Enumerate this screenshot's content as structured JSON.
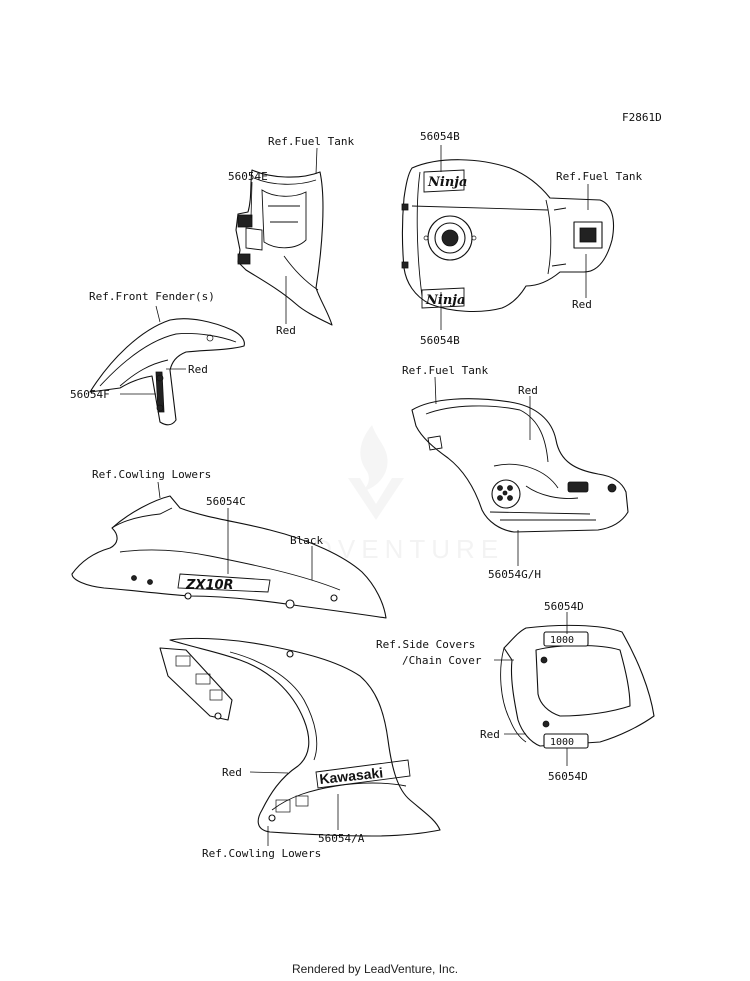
{
  "figure_code": "F2861D",
  "watermark": "LEADVENTURE",
  "footer": "Rendered by LeadVenture, Inc.",
  "labels": {
    "ref_fuel_tank_1": "Ref.Fuel Tank",
    "part_56054E": "56054E",
    "red_e": "Red",
    "part_56054B_top": "56054B",
    "ref_fuel_tank_2": "Ref.Fuel Tank",
    "red_tank": "Red",
    "part_56054B_bottom": "56054B",
    "ref_front_fender": "Ref.Front Fender(s)",
    "red_fender": "Red",
    "part_56054F": "56054F",
    "ref_fuel_tank_3": "Ref.Fuel Tank",
    "red_tank_side": "Red",
    "part_56054GH": "56054G/H",
    "ref_cowling_lowers_1": "Ref.Cowling Lowers",
    "part_56054C": "56054C",
    "black": "Black",
    "part_56054D_top": "56054D",
    "ref_side_covers": "Ref.Side Covers",
    "chain_cover": "/Chain Cover",
    "red_side": "Red",
    "part_56054D_bottom": "56054D",
    "red_cowl": "Red",
    "part_56054A": "56054/A",
    "ref_cowling_lowers_2": "Ref.Cowling Lowers"
  },
  "decals": {
    "ninja": "Ninja",
    "zx10r": "ZX10R",
    "kawasaki": "Kawasaki",
    "d1000": "1000"
  }
}
